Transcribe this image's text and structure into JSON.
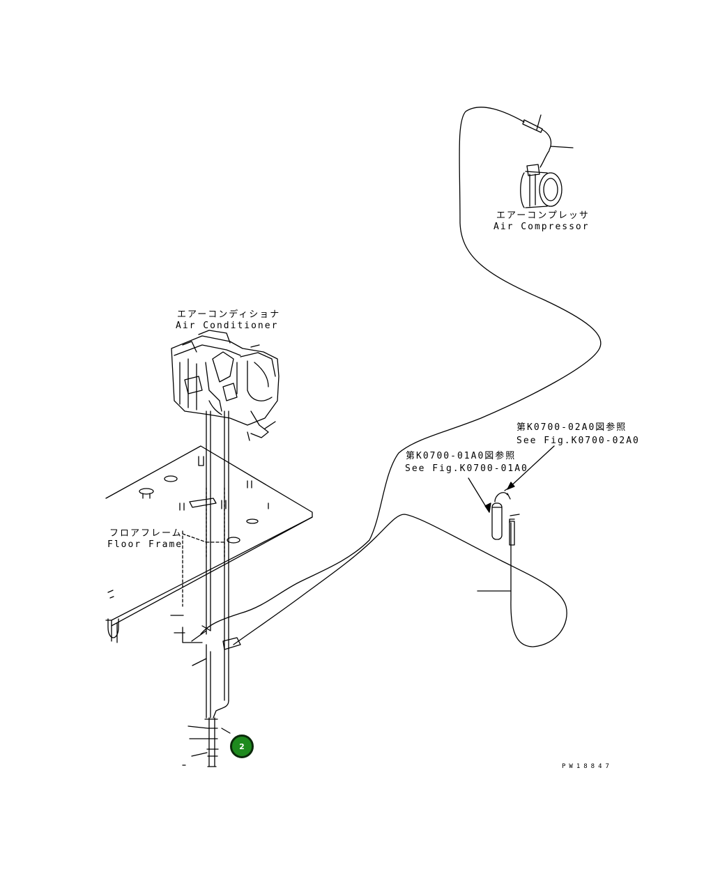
{
  "labels": {
    "compressor_jp": "エアーコンプレッサ",
    "compressor_en": "Air Compressor",
    "conditioner_jp": "エアーコンディショナ",
    "conditioner_en": "Air Conditioner",
    "floor_jp": "フロアフレーム",
    "floor_en": "Floor Frame",
    "ref_02_jp": "第K0700-02A0図参照",
    "ref_02_en": "See Fig.K0700-02A0",
    "ref_01_jp": "第K0700-01A0図参照",
    "ref_01_en": "See Fig.K0700-01A0",
    "drawing_id": "PW18847"
  },
  "callouts": [
    {
      "number": "2",
      "color": "#1e8a1e"
    }
  ]
}
